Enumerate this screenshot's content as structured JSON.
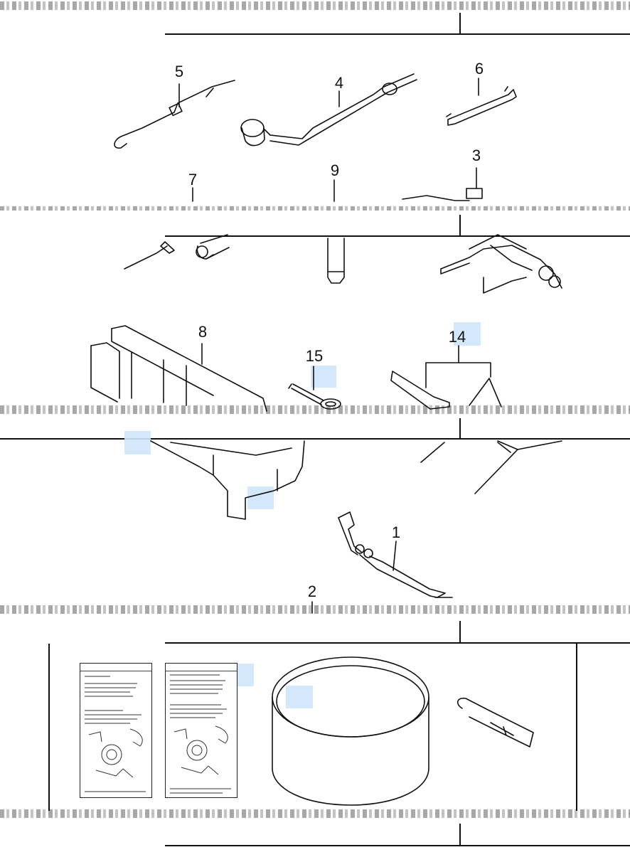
{
  "callouts": [
    "5",
    "4",
    "6",
    "7",
    "9",
    "3",
    "8",
    "15",
    "14",
    "1",
    "2"
  ],
  "colors": {
    "ink": "#111111",
    "highlight": "#cfe6fb",
    "scan": "#8a8a8a"
  }
}
